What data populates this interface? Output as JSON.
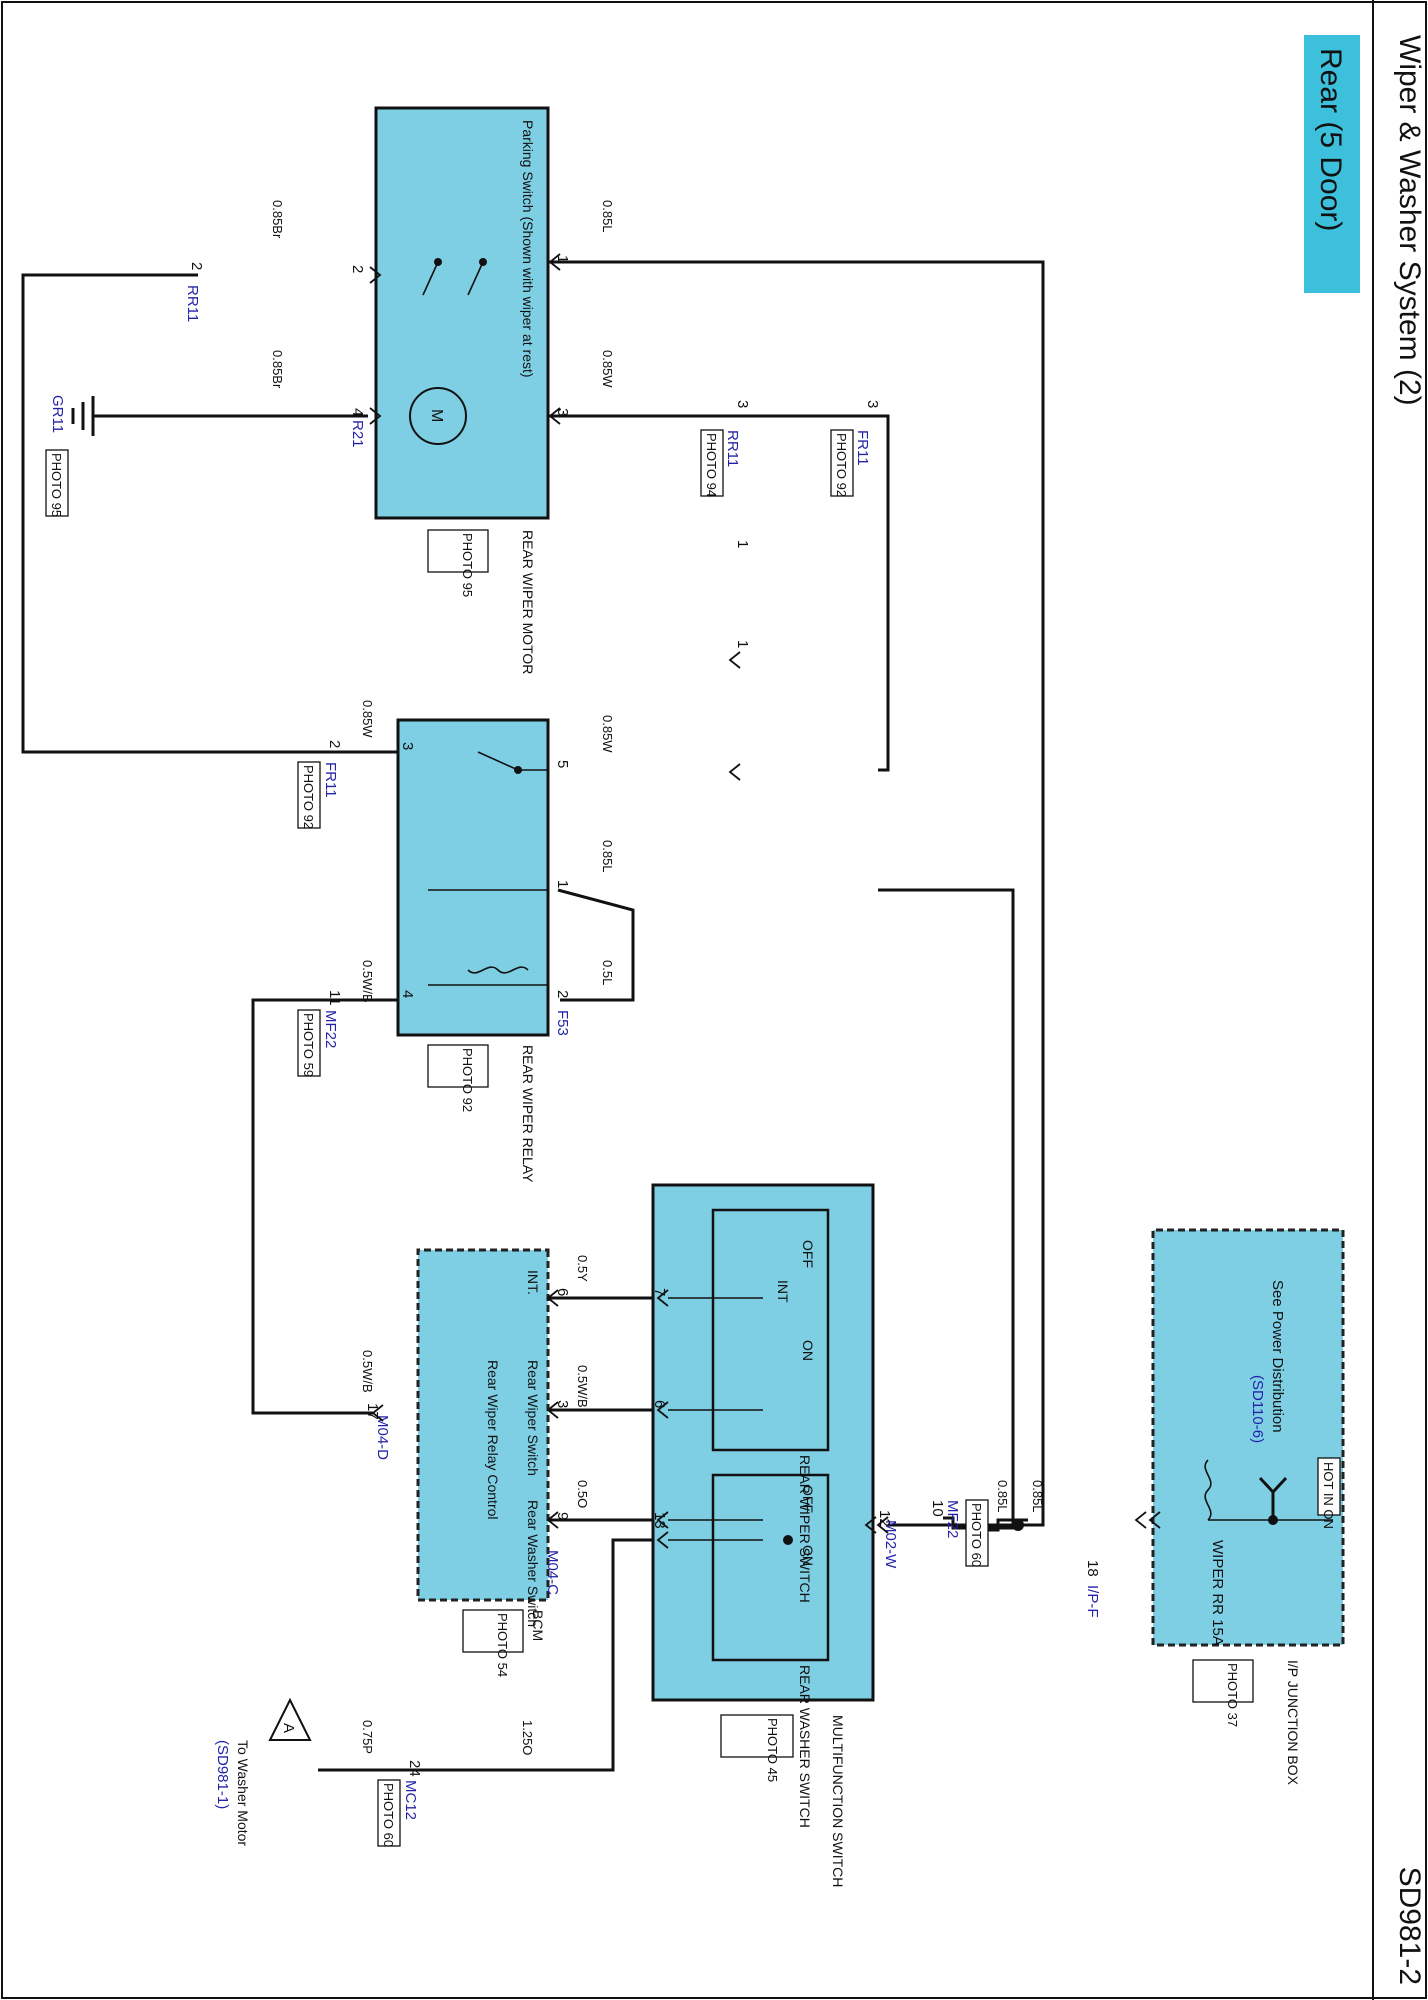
{
  "page": {
    "system_title": "Wiper & Washer System (2)",
    "page_code": "SD981-2",
    "subtitle": "Rear (5 Door)"
  },
  "components": {
    "junction_box": {
      "name": "I/P JUNCTION BOX",
      "photo": "PHOTO 37",
      "hot_label": "HOT IN ON",
      "see_note": "See Power Distribution",
      "see_ref": "(SD110-6)",
      "fuse": "WIPER RR 15A",
      "connector": "I/P-F",
      "pin": "18"
    },
    "multifunction_switch": {
      "name": "MULTIFUNCTION SWITCH",
      "photo": "PHOTO 45",
      "connector": "M02-W",
      "pins": [
        "7",
        "6",
        "13",
        "12"
      ],
      "rear_wiper_switch": {
        "name": "REAR WIPER SWITCH",
        "positions": [
          "OFF",
          "INT",
          "ON"
        ]
      },
      "rear_washer_switch": {
        "name": "REAR WASHER SWITCH",
        "positions": [
          "OFF",
          "ON"
        ]
      }
    },
    "bcm": {
      "name": "BCM",
      "photo": "PHOTO 54",
      "connectors": [
        "M04-C",
        "M04-D"
      ],
      "labels": [
        "INT.",
        "Rear Wiper Switch",
        "Rear Washer Switch",
        "Rear Wiper Relay Control"
      ],
      "pins": [
        "6",
        "3",
        "9",
        "17"
      ]
    },
    "rear_wiper_motor": {
      "name": "REAR WIPER MOTOR",
      "photo": "PHOTO 95",
      "motor_symbol": "M",
      "parking_switch": "Parking Switch (Shown with wiper at rest)",
      "connector": "R21",
      "pins": [
        "1",
        "2",
        "3",
        "4"
      ]
    },
    "rear_wiper_relay": {
      "name": "REAR WIPER RELAY",
      "photo": "PHOTO 92",
      "connector": "F53",
      "pins": [
        "5",
        "1",
        "2",
        "3",
        "4"
      ]
    }
  },
  "connectors": [
    {
      "id": "MF22",
      "photo": "PHOTO 60",
      "pin": "10"
    },
    {
      "id": "RR11",
      "photo": "PHOTO 94",
      "pins": [
        "1",
        "2",
        "3"
      ]
    },
    {
      "id": "FR11",
      "photo": "PHOTO 92",
      "pins": [
        "1",
        "3",
        "2"
      ]
    },
    {
      "id": "MF22",
      "photo": "PHOTO 59",
      "pin": "11"
    },
    {
      "id": "MC12",
      "photo": "PHOTO 60",
      "pin": "24"
    },
    {
      "id": "GR11",
      "photo": "PHOTO 95"
    }
  ],
  "wires": [
    "0.85L",
    "0.85W",
    "0.85Br",
    "0.5L",
    "0.5W/B",
    "0.5Y",
    "0.5O",
    "1.25O",
    "0.75P"
  ],
  "offpage": {
    "marker": "A",
    "label": "To Washer Motor",
    "ref": "(SD981-1)"
  }
}
